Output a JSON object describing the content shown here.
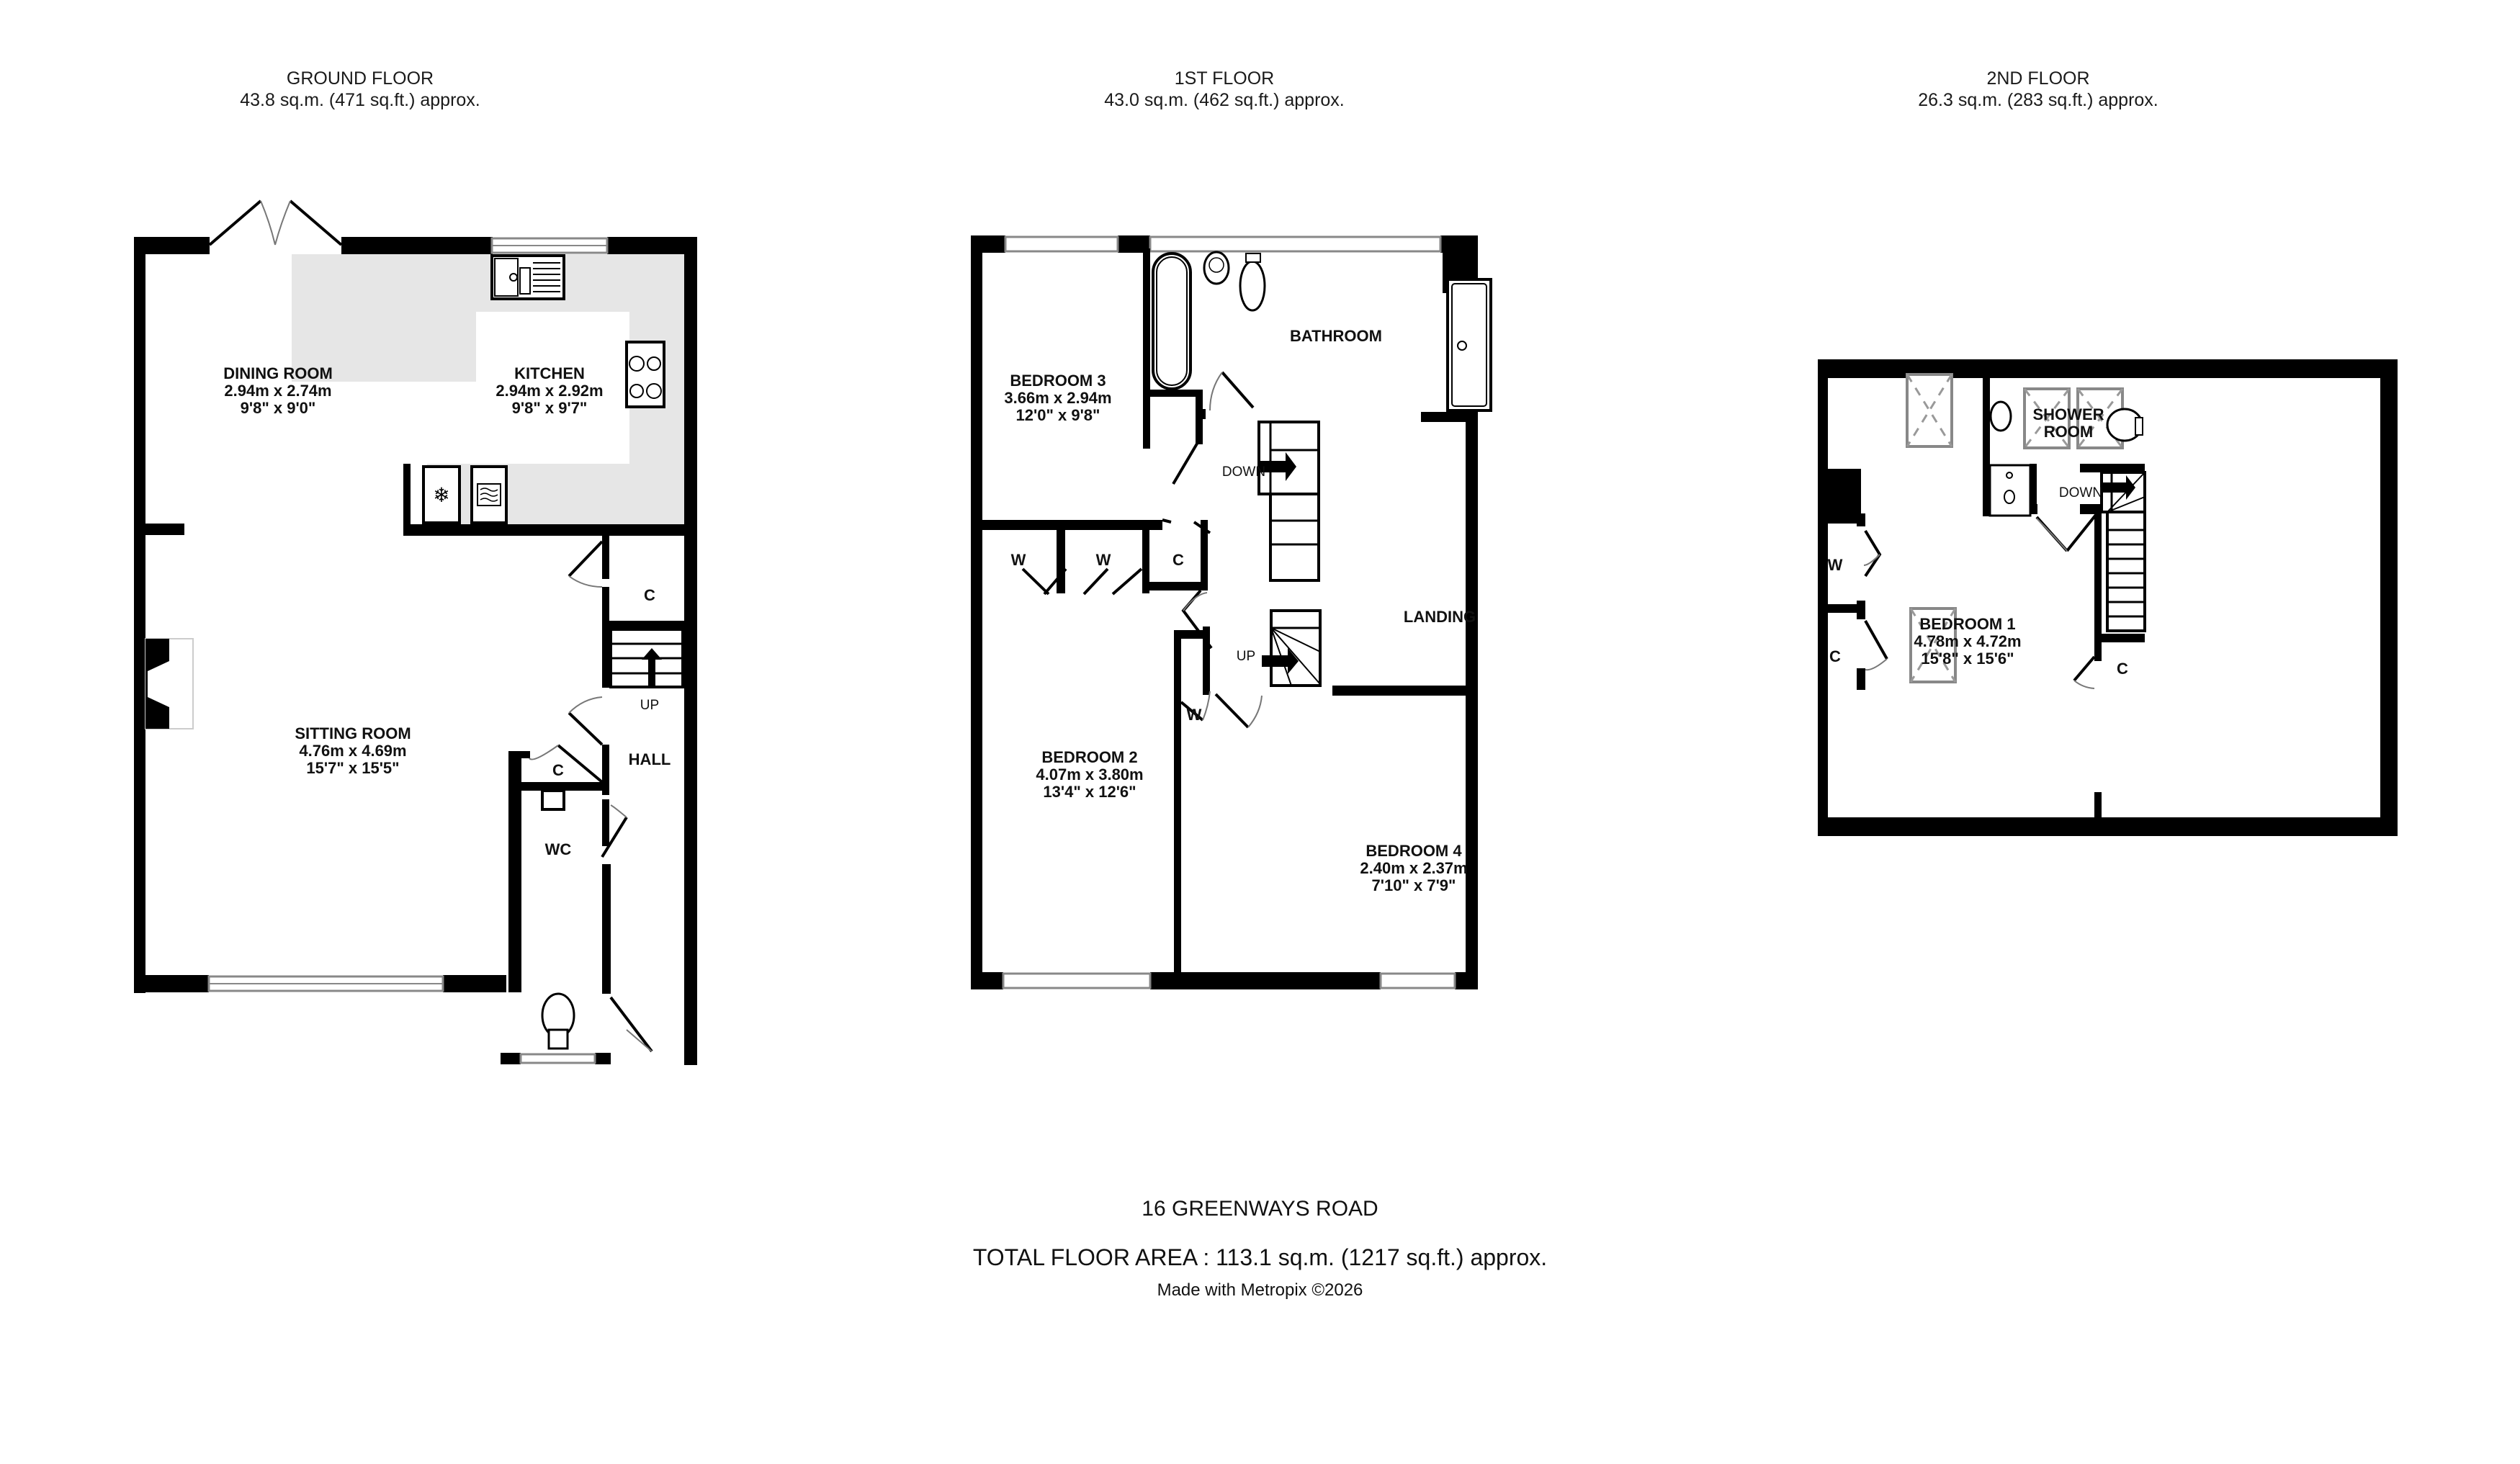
{
  "floors": [
    {
      "id": "ground",
      "title": "GROUND FLOOR",
      "area": "43.8 sq.m. (471 sq.ft.) approx.",
      "rooms": [
        {
          "name": "DINING ROOM",
          "metric": "2.94m  x 2.74m",
          "imperial": "9'8\"  x 9'0\""
        },
        {
          "name": "KITCHEN",
          "metric": "2.94m  x 2.92m",
          "imperial": "9'8\"  x 9'7\""
        },
        {
          "name": "SITTING ROOM",
          "metric": "4.76m  x 4.69m",
          "imperial": "15'7\"  x 15'5\""
        }
      ],
      "labels": {
        "hall": "HALL",
        "wc": "WC",
        "cupboard_1": "C",
        "cupboard_2": "C",
        "stairs": "UP"
      }
    },
    {
      "id": "first",
      "title": "1ST FLOOR",
      "area": "43.0 sq.m. (462 sq.ft.) approx.",
      "rooms": [
        {
          "name": "BEDROOM 3",
          "metric": "3.66m  x 2.94m",
          "imperial": "12'0\"  x 9'8\""
        },
        {
          "name": "BATHROOM",
          "metric": "",
          "imperial": ""
        },
        {
          "name": "BEDROOM 2",
          "metric": "4.07m  x 3.80m",
          "imperial": "13'4\"  x 12'6\""
        },
        {
          "name": "BEDROOM 4",
          "metric": "2.40m  x 2.37m",
          "imperial": "7'10\"  x 7'9\""
        },
        {
          "name": "LANDING",
          "metric": "",
          "imperial": ""
        }
      ],
      "labels": {
        "wardrobe_1": "W",
        "wardrobe_2": "W",
        "wardrobe_3": "W",
        "cupboard": "C",
        "stairs_down": "DOWN",
        "stairs_up": "UP"
      }
    },
    {
      "id": "second",
      "title": "2ND FLOOR",
      "area": "26.3 sq.m. (283 sq.ft.) approx.",
      "rooms": [
        {
          "name": "SHOWER",
          "name2": "ROOM",
          "metric": "",
          "imperial": ""
        },
        {
          "name": "BEDROOM 1",
          "metric": "4.78m  x 4.72m",
          "imperial": "15'8\"  x 15'6\""
        }
      ],
      "labels": {
        "wardrobe": "W",
        "cupboard_1": "C",
        "cupboard_2": "C",
        "stairs_down": "DOWN"
      }
    }
  ],
  "footer": {
    "address": "16 GREENWAYS ROAD",
    "total": "TOTAL FLOOR AREA : 113.1 sq.m. (1217 sq.ft.) approx.",
    "credit": "Made with Metropix ©2026"
  },
  "colors": {
    "wall": "#000000",
    "counter": "#e6e6e6",
    "window": "#888888",
    "background": "#ffffff"
  },
  "icons": [
    "sink-icon",
    "hob-icon",
    "fridge-icon",
    "washing-machine-icon",
    "toilet-icon",
    "basin-icon",
    "bath-icon",
    "shower-icon",
    "skylight-icon",
    "fireplace-icon",
    "stairs-arrow-icon"
  ]
}
